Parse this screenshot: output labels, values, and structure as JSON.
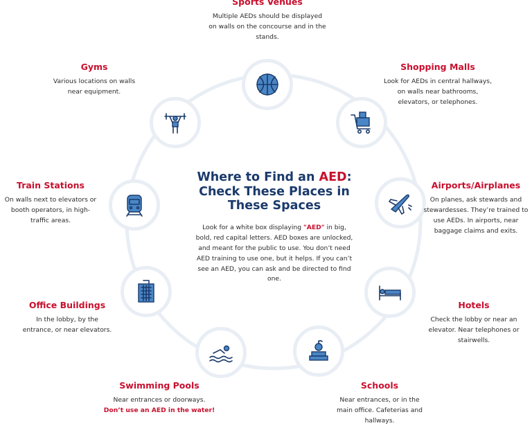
{
  "center": {
    "title_line1": "Where to Find an ",
    "title_aed": "AED",
    "title_colon": ":",
    "title_line2": "Check These Places in",
    "title_line3": "These Spaces",
    "desc_before": "Look for a white box displaying ",
    "desc_highlight": "\"AED\"",
    "desc_after": " in big, bold, red capital letters. AED boxes are unlocked, and meant for the public to use. You don’t need AED training to use one, but it helps. If you can’t see an AED, you can ask and be directed to find one."
  },
  "places": {
    "sports": {
      "title": "Sports Venues",
      "text": "Multiple AEDs should be displayed on walls on the concourse and in the stands.",
      "icon": "basketball-icon"
    },
    "malls": {
      "title": "Shopping Malls",
      "text": "Look for AEDs in central hallways, on walls near bathrooms, elevators, or telephones.",
      "icon": "shopping-cart-icon"
    },
    "airports": {
      "title": "Airports/Airplanes",
      "text": "On planes, ask stewards and stewardesses. They’re trained to use AEDs. In airports, near baggage claims and exits.",
      "icon": "airplane-icon"
    },
    "hotels": {
      "title": "Hotels",
      "text": "Check the lobby or near an elevator. Near telephones or stairwells.",
      "icon": "bed-icon"
    },
    "schools": {
      "title": "Schools",
      "text": "Near entrances, or in the main office. Cafeterias and hallways.",
      "icon": "books-apple-icon"
    },
    "pools": {
      "title": "Swimming Pools",
      "text": "Near entrances or doorways.",
      "warning": "Don’t use an AED in the water!",
      "icon": "swimmer-icon"
    },
    "offices": {
      "title": "Office Buildings",
      "text": "In the lobby, by the entrance, or near elevators.",
      "icon": "office-building-icon"
    },
    "trains": {
      "title": "Train Stations",
      "text": "On walls next to elevators or booth operators, in high-traffic areas.",
      "icon": "train-icon"
    },
    "gyms": {
      "title": "Gyms",
      "text": "Various locations on walls near equipment.",
      "icon": "weightlifter-icon"
    }
  },
  "colors": {
    "accent_red": "#c8102e",
    "navy": "#1b3a6b",
    "icon_blue": "#4a86c5",
    "ring": "#e9eef5"
  }
}
